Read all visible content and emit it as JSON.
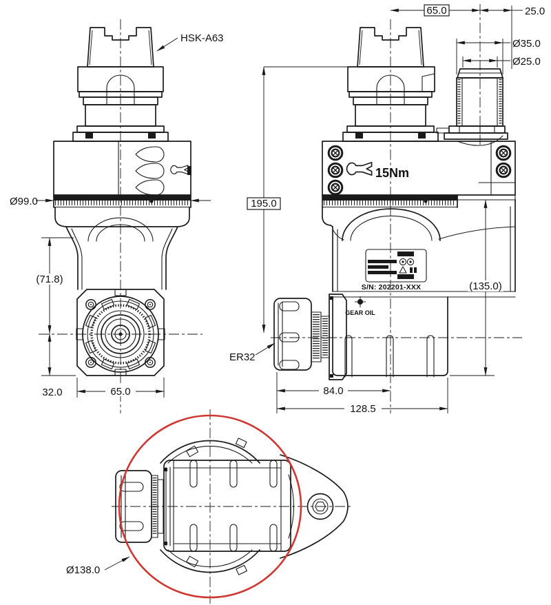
{
  "colors": {
    "line": "#1a1a1a",
    "detail_circle": "#cf3832",
    "background": "#ffffff"
  },
  "labels": {
    "spindle_interface": "HSK-A63",
    "collet": "ER32",
    "torque": "15Nm",
    "serial": "S/N: 202201-XXX",
    "gear_oil": "GEAR OIL"
  },
  "dimensions": {
    "front": {
      "body_diameter": "Ø99.0",
      "center_height": "(71.8)",
      "nose_offset": "32.0",
      "face_width": "65.0"
    },
    "side": {
      "spindle_to_output": "65.0",
      "output_to_edge": "25.0",
      "coupler_outer_diameter": "Ø35.0",
      "coupler_inner_diameter": "Ø25.0",
      "gauge_to_center": "195.0",
      "housing_height": "(135.0)",
      "nose_to_spindle_center": "84.0",
      "overall_length": "128.5"
    },
    "bottom": {
      "swing_diameter": "Ø138.0"
    }
  }
}
